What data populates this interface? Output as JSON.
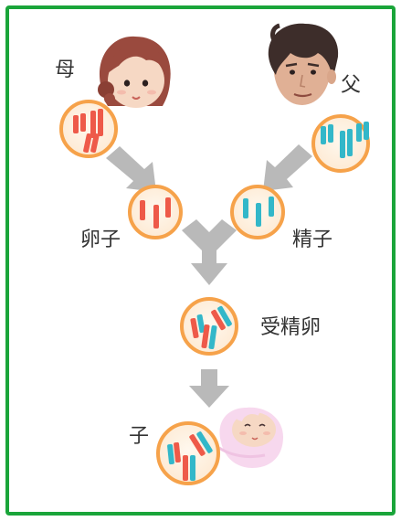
{
  "labels": {
    "mother": "母",
    "father": "父",
    "egg": "卵子",
    "sperm": "精子",
    "fertilized_egg": "受精卵",
    "child": "子"
  },
  "colors": {
    "frame_border": "#1aa53a",
    "cell_fill": "#fff1df",
    "cell_ring": "#f6a24a",
    "maternal_chromosome": "#ee5a49",
    "paternal_chromosome": "#33b7c9",
    "arrow": "#b9b9b9",
    "skin": "#f6d8c4",
    "mother_hair": "#9a4a3e",
    "father_hair": "#3d2d2a",
    "baby_blanket": "#f7d8ee"
  }
}
